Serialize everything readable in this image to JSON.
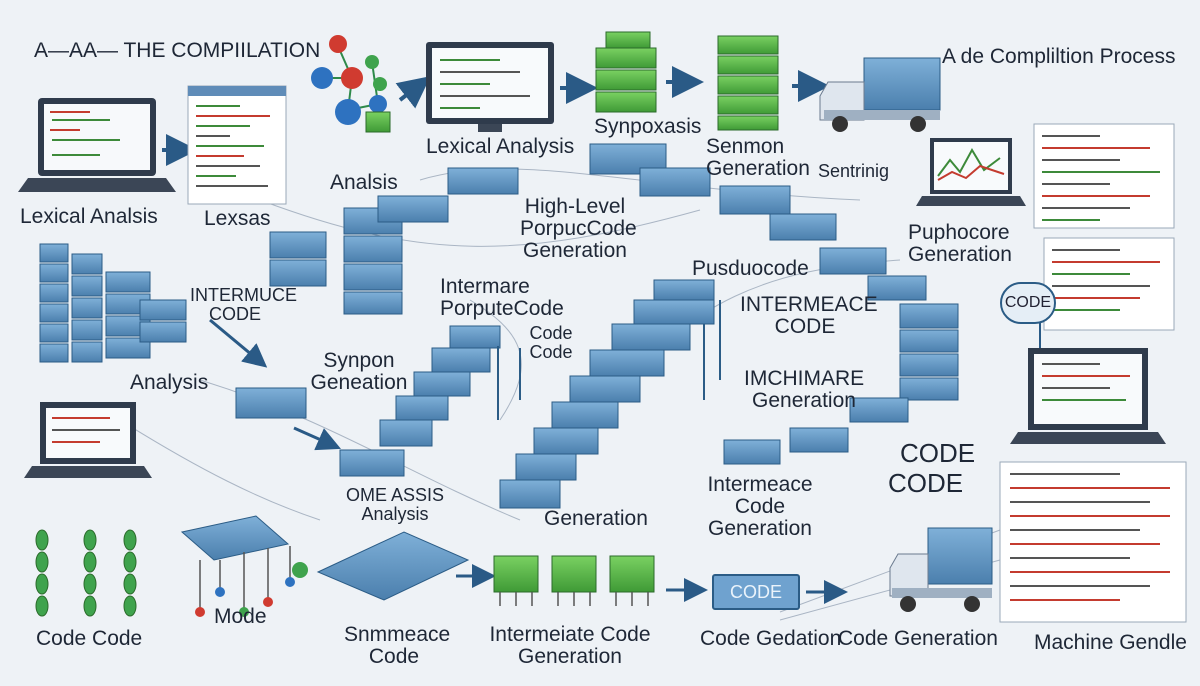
{
  "title_left": "A—AA— THE COMPIILATION",
  "title_right": "A de Compliltion Process",
  "labels": {
    "lexical_analysis_top": "Lexical Analysis",
    "lexical_analysis_left": "Lexical Analsis",
    "lexsas": "Lexsas",
    "analsis": "Analsis",
    "synpoxasis": "Synpoxasis",
    "senmon_generation": "Senmon Generation",
    "sentrinig": "Sentrinig",
    "high_level": "High-Level PorpucCode Generation",
    "pusduocode": "Pusduocode",
    "puphocore_generation": "Puphocore Generation",
    "intermuce_code": "INTERMUCE CODE",
    "intermare_porputecode": "Intermare PorputeCode",
    "code_code_mid": "Code Code",
    "intermeace_code": "INTERMEACE CODE",
    "imchimare_generation": "IMCHIMARE Generation",
    "analysis_left": "Analysis",
    "synpon_generation": "Synpon Geneation",
    "ome_assis": "OME ASSIS Analysis",
    "generation_mid": "Generation",
    "intermeace_code_gen": "Intermeace Code Generation",
    "code_big": "CODE",
    "code_big2": "CODE",
    "code_code_bottom": "Code  Code",
    "mode": "Mode",
    "snmmeace_code": "Snmmeace Code",
    "intermeiate_code_gen": "Intermeiate Code Generation",
    "code_gedation": "Code Gedation",
    "code_generation": "Code Generation",
    "machine_gendle": "Machine Gendle",
    "code_box": "CODE",
    "code_round": "CODE"
  }
}
